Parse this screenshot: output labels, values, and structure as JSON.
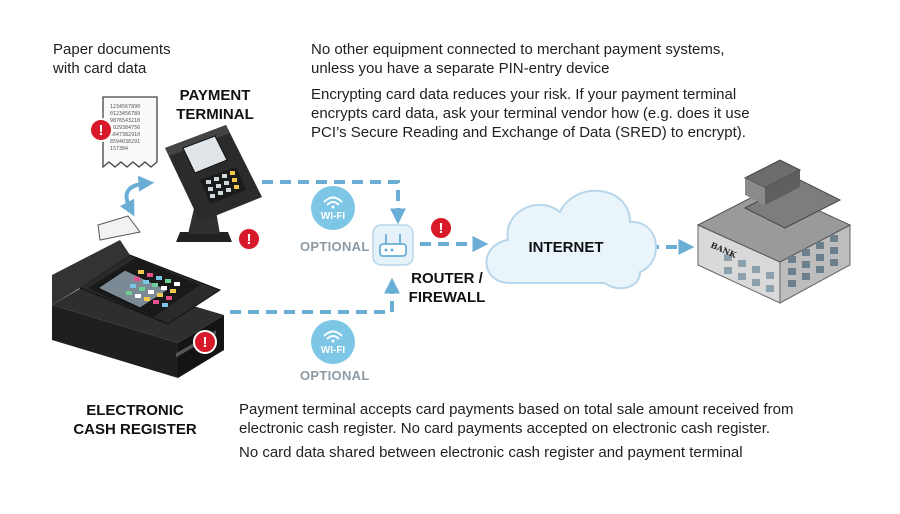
{
  "notes": {
    "paper_line1": "Paper documents",
    "paper_line2": "with card data",
    "no_other_line1": "No other equipment connected to merchant payment systems,",
    "no_other_line2": "unless you have a separate PIN-entry device",
    "encrypt_line1": "Encrypting card data reduces your risk. If your payment terminal",
    "encrypt_line2": "encrypts card data, ask your terminal vendor how (e.g. does it use",
    "encrypt_line3": "PCI’s Secure Reading and Exchange of Data (SRED) to encrypt).",
    "accepts_line1": "Payment terminal accepts card payments based on total sale amount received from",
    "accepts_line2": "electronic cash register. No card payments accepted on electronic cash register.",
    "no_card_data": "No card data shared between electronic cash register and payment terminal"
  },
  "labels": {
    "payment_terminal_1": "PAYMENT",
    "payment_terminal_2": "TERMINAL",
    "cash_register_1": "ELECTRONIC",
    "cash_register_2": "CASH REGISTER",
    "router_1": "ROUTER /",
    "router_2": "FIREWALL",
    "internet": "INTERNET",
    "wifi_top": "WI-FI",
    "wifi_bottom": "WI-FI",
    "optional_top": "OPTIONAL",
    "optional_bottom": "OPTIONAL",
    "bank": "BANK",
    "alert_mark": "!"
  },
  "receipt_lines": [
    "1234567890",
    "0123456789",
    "9876543210",
    "1029384756",
    "5647382910",
    "8594030291",
    "157384"
  ],
  "colors": {
    "link_blue": "#6aaed6",
    "alert_red": "#d7192a",
    "wifi_fill": "#7ec6e6",
    "cloud_fill": "#eaf4fb",
    "device_dark": "#2b2b2b"
  },
  "icons": [
    "alert-icon",
    "wifi-icon",
    "router-icon",
    "cloud-icon",
    "bank-building-icon",
    "payment-terminal-icon",
    "cash-register-icon",
    "receipt-icon"
  ]
}
